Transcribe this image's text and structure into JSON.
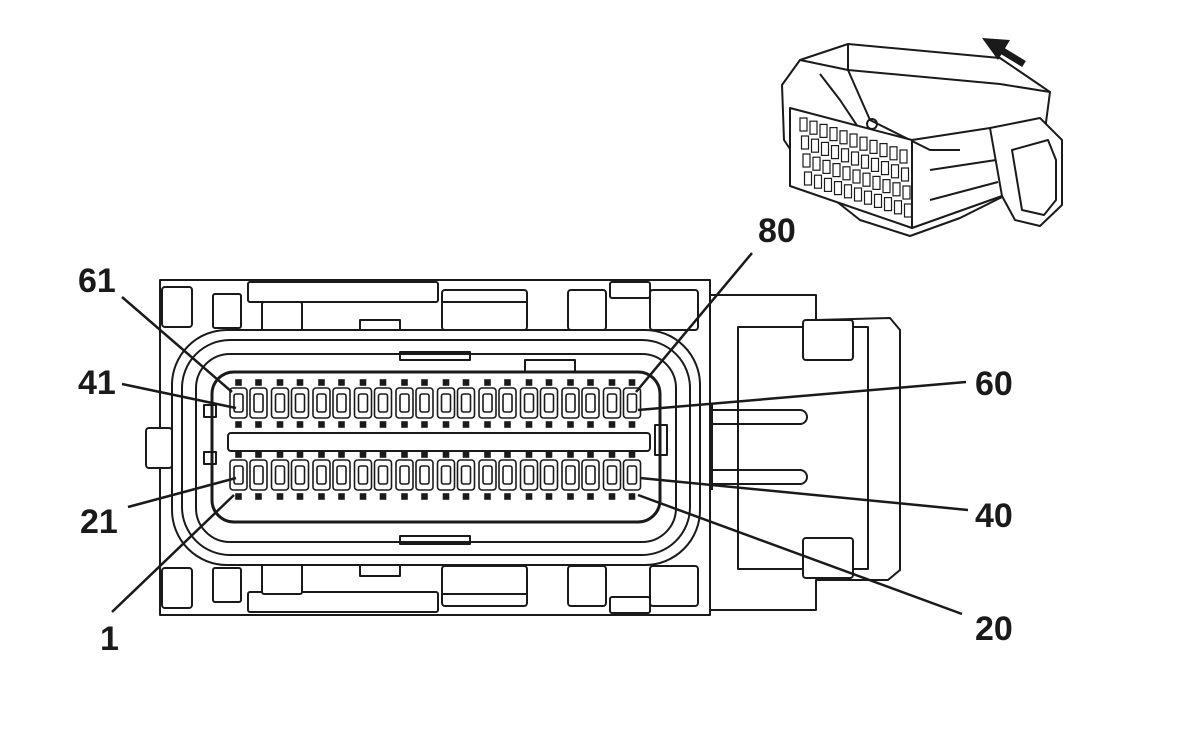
{
  "diagram": {
    "pin_labels": {
      "p61": "61",
      "p41": "41",
      "p21": "21",
      "p1": "1",
      "p80": "80",
      "p60": "60",
      "p40": "40",
      "p20": "20"
    },
    "colors": {
      "line": "#1a1a1a",
      "background": "#ffffff"
    }
  }
}
